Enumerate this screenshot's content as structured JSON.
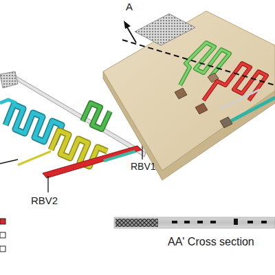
{
  "diagram": {
    "labels": [
      "A",
      "RBV1",
      "RBV2",
      "AA' Cross section"
    ]
  }
}
